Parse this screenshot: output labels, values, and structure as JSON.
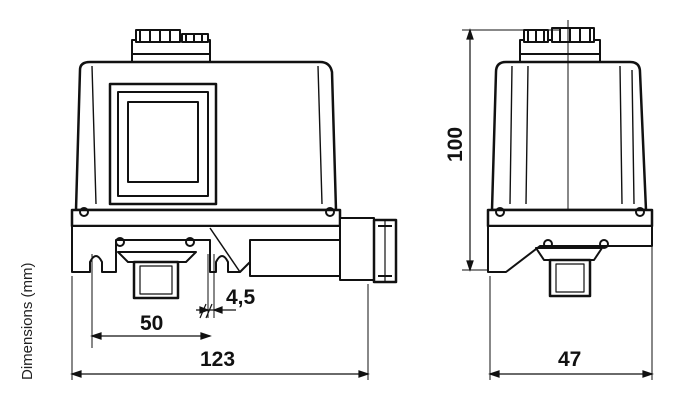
{
  "side_label": "Dimensions (mm)",
  "dimensions": {
    "width_total": "123",
    "mount_spacing": "50",
    "hole_size": "4,5",
    "height": "100",
    "depth": "47"
  },
  "colors": {
    "line": "#111111",
    "background": "#ffffff"
  }
}
